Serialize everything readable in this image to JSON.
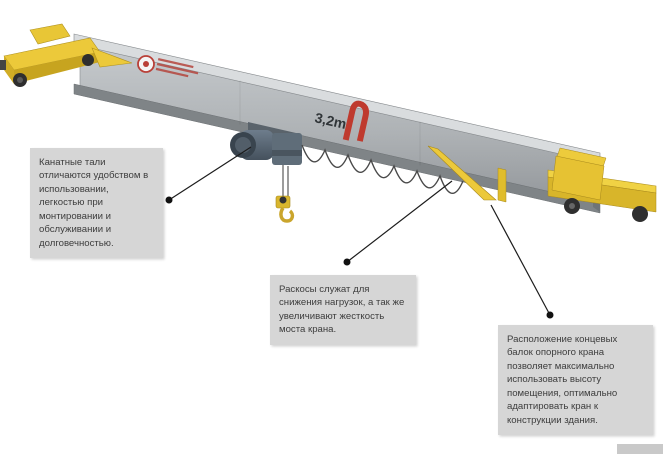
{
  "illustration": {
    "beam_span_label": "3,2m"
  },
  "callouts": [
    {
      "id": "hoist",
      "text": "Канатные тали отличаются удобством в использовании, легкостью при монтировании и обслуживании и долговечностью."
    },
    {
      "id": "braces",
      "text": "Раскосы служат для снижения нагрузок, а так же увеличивают жесткость моста крана."
    },
    {
      "id": "end-beams",
      "text": "Расположение концевых балок опорного крана позволяет максимально использовать высоту помещения, оптимально адаптировать кран к конструкции здания."
    }
  ],
  "colors": {
    "callout_bg": "#d6d6d6",
    "callout_text": "#3d3d3d",
    "beam_gray": "#b5b9bc",
    "crane_yellow": "#ecc93a",
    "accent_red": "#bf3a2e",
    "leader_line": "#1c1c1c"
  },
  "icons": {
    "leader_dot": "filled-circle-marker"
  }
}
